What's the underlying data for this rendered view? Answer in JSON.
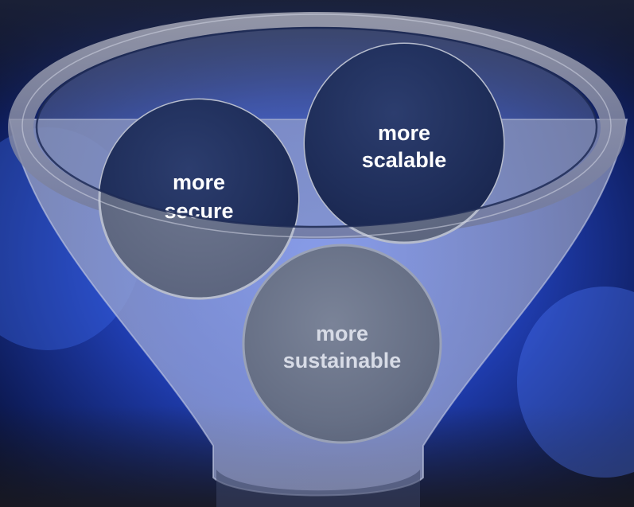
{
  "funnel": {
    "items": [
      {
        "line1": "more",
        "line2": "secure",
        "color": "#ffffff"
      },
      {
        "line1": "more",
        "line2": "scalable",
        "color": "#ffffff"
      },
      {
        "line1": "more",
        "line2": "sustainable",
        "color": "#d7dbe6"
      }
    ]
  },
  "colors": {
    "background_blue": "#2a4fd0",
    "bubble_navy": "#22325e",
    "bubble_gray": "#6b7488",
    "funnel_glass": "#aab4d8"
  }
}
